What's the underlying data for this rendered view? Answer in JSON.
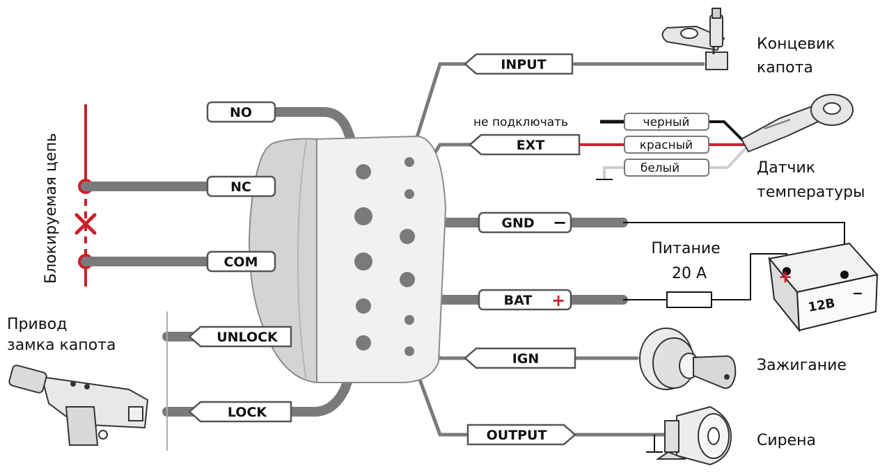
{
  "labels": {
    "no": "NO",
    "nc": "NC",
    "com": "COM",
    "unlock": "UNLOCK",
    "lock": "LOCK",
    "input": "INPUT",
    "ext": "EXT",
    "gnd": "GND",
    "bat": "BAT",
    "ign": "IGN",
    "output": "OUTPUT"
  },
  "wires": {
    "black": "черный",
    "red": "красный",
    "white": "белый",
    "do_not_connect": "не подключать"
  },
  "captions": {
    "blocked_circuit": "Блокируемая цепь",
    "hood_actuator_line1": "Привод",
    "hood_actuator_line2": "замка капота",
    "hood_switch_line1": "Концевик",
    "hood_switch_line2": "капота",
    "temp_sensor_line1": "Датчик",
    "temp_sensor_line2": "температуры",
    "power_line1": "Питание",
    "power_line2": "20 А",
    "ignition": "Зажигание",
    "siren": "Сирена",
    "battery_voltage": "12В"
  },
  "symbols": {
    "minus": "−",
    "plus": "+"
  },
  "colors": {
    "wire_gray": "#7a7a7a",
    "wire_red": "#d21f2b",
    "accent_red": "#cc1f2a",
    "body_gray": "#d9d9d9"
  }
}
